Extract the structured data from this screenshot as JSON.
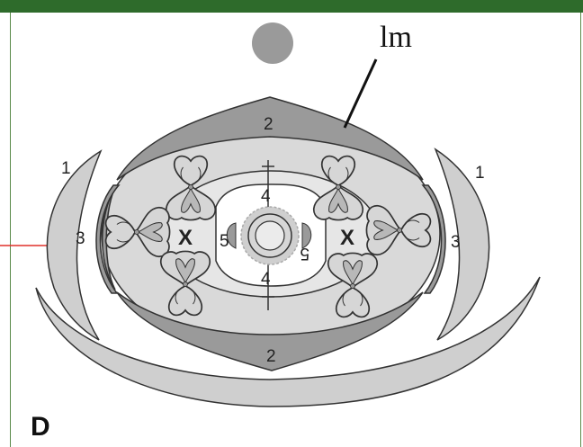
{
  "labels": {
    "lm": "lm",
    "panel": "D",
    "n1_left": "1",
    "n1_right": "1",
    "n2_top": "2",
    "n2_bottom": "2",
    "n3_left": "3",
    "n3_right": "3",
    "n4_top": "4",
    "n4_bottom": "4",
    "n5_left": "5",
    "n5_right": "5",
    "x_left": "X",
    "x_right": "X"
  },
  "colors": {
    "frame": "#2e6b2b",
    "pointer": "#e0302a",
    "dark_gray": "#9a9a9a",
    "light_gray": "#cfcfcf",
    "stroke": "#333333"
  }
}
